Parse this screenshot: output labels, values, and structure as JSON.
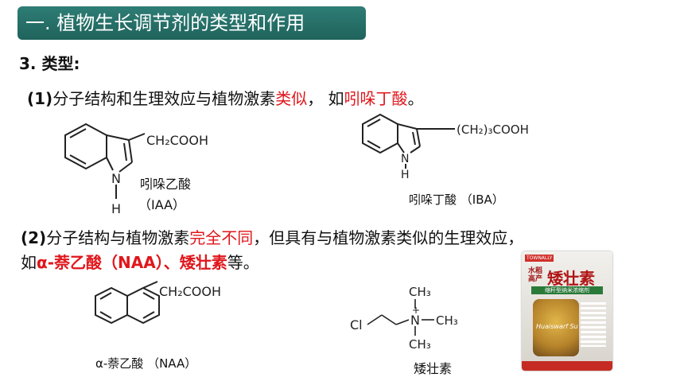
{
  "header": {
    "title": "一. 植物生长调节剂的类型和作用"
  },
  "section": {
    "label": "3. 类型:"
  },
  "item1": {
    "prefix": "(1)",
    "text_a": "分子结构和生理效应与植物激素",
    "highlight": "类似",
    "text_b": "，  如",
    "example": "吲哚丁酸",
    "text_c": "。"
  },
  "structures": {
    "iaa": {
      "formula": "CH₂COOH",
      "atom_n": "N",
      "atom_h": "H",
      "name": "吲哚乙酸",
      "abbr": "（IAA）"
    },
    "iba": {
      "formula": "(CH₂)₃COOH",
      "atom_n": "N",
      "atom_h": "H",
      "name": "吲哚丁酸 （IBA）"
    },
    "naa": {
      "formula": "CH₂COOH",
      "name": "α-萘乙酸 （NAA）"
    },
    "ccc": {
      "cl": "Cl",
      "n": "N",
      "plus": "+",
      "ch3_top": "CH₃",
      "ch3_right": "CH₃",
      "ch3_bottom": "CH₃",
      "name": "矮壮素"
    }
  },
  "item2": {
    "prefix": "(2)",
    "text_a": "分子结构与植物激素",
    "highlight": "完全不同",
    "text_b": "，但具有与植物激素类似的生理效应，",
    "line2_a": "如",
    "example1": "α-萘乙酸（NAA）、矮壮素",
    "line2_b": "等。"
  },
  "package": {
    "brand": "TOWNALLY",
    "line1": "水稻",
    "line2": "高产",
    "product": "矮壮素",
    "banner": "缩秆型纳米浓缩剂",
    "en": "Huaiswarf Su"
  },
  "colors": {
    "accent": "#e0161b",
    "title_bg": "#2e7d75"
  }
}
